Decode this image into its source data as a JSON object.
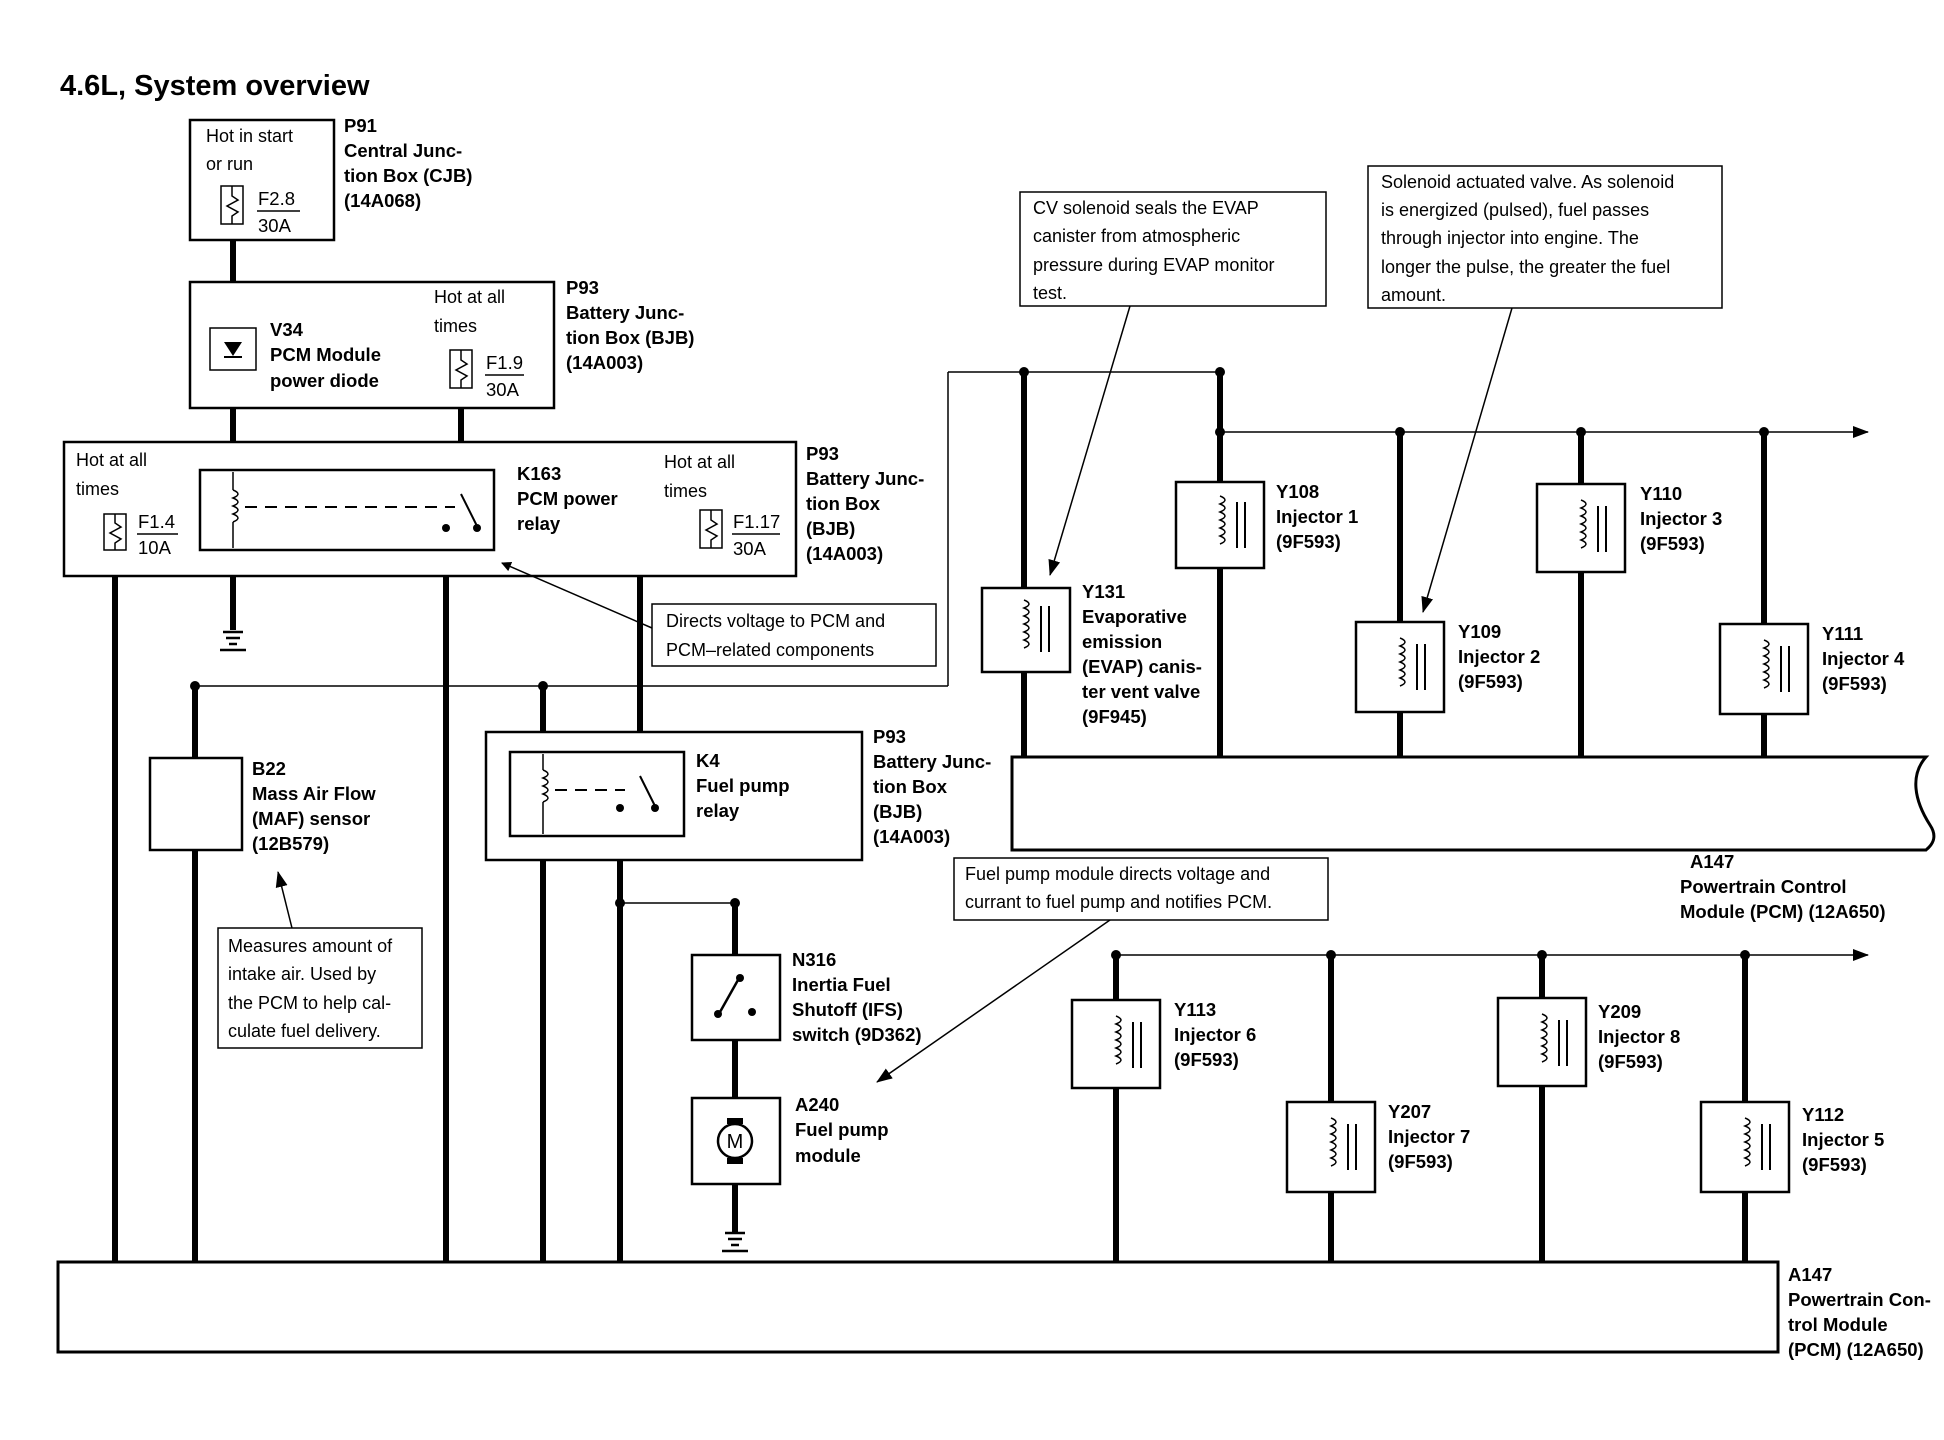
{
  "title": "4.6L, System overview",
  "components": {
    "p91": {
      "lines": [
        "P91",
        "Central Junc-",
        "tion Box (CJB)",
        "(14A068)"
      ],
      "note_lines": [
        "Hot in start",
        "or run"
      ],
      "fuse": "F2.8",
      "amps": "30A"
    },
    "p93_a": {
      "lines": [
        "P93",
        "Battery Junc-",
        "tion Box (BJB)",
        "(14A003)"
      ],
      "note_lines": [
        "Hot at all",
        "times"
      ],
      "fuse": "F1.9",
      "amps": "30A"
    },
    "v34": {
      "lines": [
        "V34",
        "PCM Module",
        "power diode"
      ]
    },
    "p93_b": {
      "lines": [
        "P93",
        "Battery Junc-",
        "tion Box",
        "(BJB)",
        "(14A003)"
      ]
    },
    "f14": {
      "note_lines": [
        "Hot at all",
        "times"
      ],
      "fuse": "F1.4",
      "amps": "10A"
    },
    "k163": {
      "lines": [
        "K163",
        "PCM power",
        "relay"
      ]
    },
    "f117": {
      "note_lines": [
        "Hot at all",
        "times"
      ],
      "fuse": "F1.17",
      "amps": "30A"
    },
    "b22": {
      "lines": [
        "B22",
        "Mass Air Flow",
        "(MAF) sensor",
        "(12B579)"
      ]
    },
    "k4": {
      "lines": [
        "K4",
        "Fuel pump",
        "relay"
      ]
    },
    "p93_c": {
      "lines": [
        "P93",
        "Battery Junc-",
        "tion Box",
        "(BJB)",
        "(14A003)"
      ]
    },
    "n316": {
      "lines": [
        "N316",
        "Inertia Fuel",
        "Shutoff (IFS)",
        "switch (9D362)"
      ]
    },
    "a240": {
      "lines": [
        "A240",
        "Fuel pump",
        "module"
      ],
      "motor": "M"
    },
    "y131": {
      "lines": [
        "Y131",
        "Evaporative",
        "emission",
        "(EVAP) canis-",
        "ter vent valve",
        "(9F945)"
      ]
    },
    "y108": {
      "lines": [
        "Y108",
        "Injector 1",
        "(9F593)"
      ]
    },
    "y109": {
      "lines": [
        "Y109",
        "Injector 2",
        "(9F593)"
      ]
    },
    "y110": {
      "lines": [
        "Y110",
        "Injector 3",
        "(9F593)"
      ]
    },
    "y111": {
      "lines": [
        "Y111",
        "Injector 4",
        "(9F593)"
      ]
    },
    "y113": {
      "lines": [
        "Y113",
        "Injector 6",
        "(9F593)"
      ]
    },
    "y207": {
      "lines": [
        "Y207",
        "Injector 7",
        "(9F593)"
      ]
    },
    "y209": {
      "lines": [
        "Y209",
        "Injector 8",
        "(9F593)"
      ]
    },
    "y112": {
      "lines": [
        "Y112",
        "Injector 5",
        "(9F593)"
      ]
    },
    "a147_upper": {
      "lines": [
        "A147",
        "Powertrain Control",
        "Module (PCM) (12A650)"
      ]
    },
    "a147_lower": {
      "lines": [
        "A147",
        "Powertrain Con-",
        "trol Module",
        "(PCM) (12A650)"
      ]
    }
  },
  "notes": {
    "cv": [
      "CV solenoid seals the EVAP",
      "canister from atmospheric",
      "pressure during EVAP monitor",
      "test."
    ],
    "solenoid": [
      "Solenoid actuated valve. As solenoid",
      "is energized (pulsed), fuel passes",
      "through injector into engine. The",
      "longer the pulse, the greater the fuel",
      "amount."
    ],
    "directs": [
      "Directs voltage to PCM and",
      "PCM–related components"
    ],
    "fuel_pump_module": [
      "Fuel pump module directs voltage and",
      "currant to fuel pump and notifies PCM."
    ],
    "measures": [
      "Measures amount of",
      "intake air. Used by",
      "the PCM to help cal-",
      "culate fuel delivery."
    ]
  }
}
